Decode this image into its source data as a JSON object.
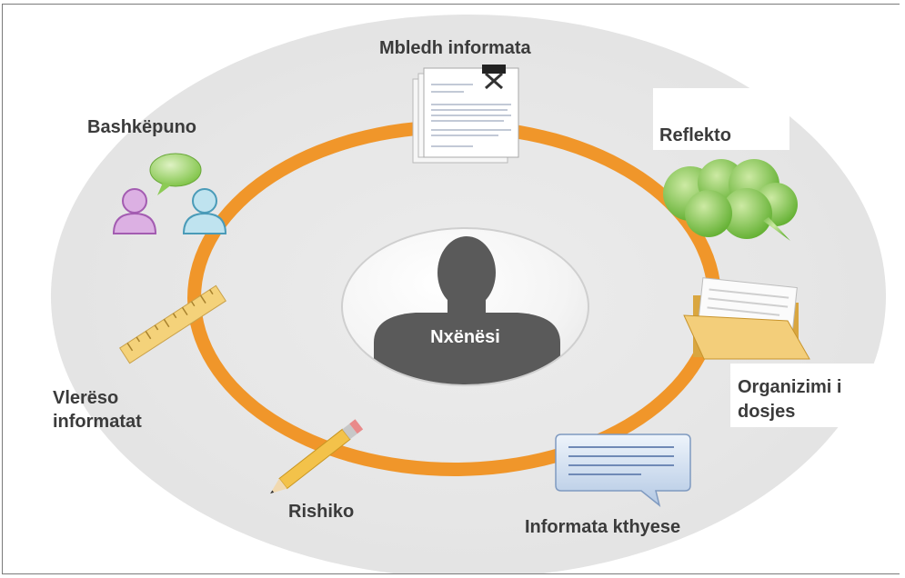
{
  "center": {
    "label": "Nxënësi"
  },
  "steps": [
    {
      "label": "Mbledh informata",
      "icon": "document-stack-icon"
    },
    {
      "label": "Reflekto",
      "icon": "thought-cloud-icon"
    },
    {
      "label": "Organizimi i",
      "label2": "dosjes",
      "icon": "folder-icon"
    },
    {
      "label": "Informata kthyese",
      "icon": "speech-bubble-icon"
    },
    {
      "label": "Rishiko",
      "icon": "pencil-icon"
    },
    {
      "label": "Vlerëso",
      "label2": "informatat",
      "icon": "ruler-icon"
    },
    {
      "label": "Bashkëpuno",
      "icon": "people-chat-icon"
    }
  ],
  "colors": {
    "ring": "#f0962a",
    "background": "#e6e6e6",
    "silhouette": "#5a5a5a",
    "cloud": "#7cc243"
  }
}
